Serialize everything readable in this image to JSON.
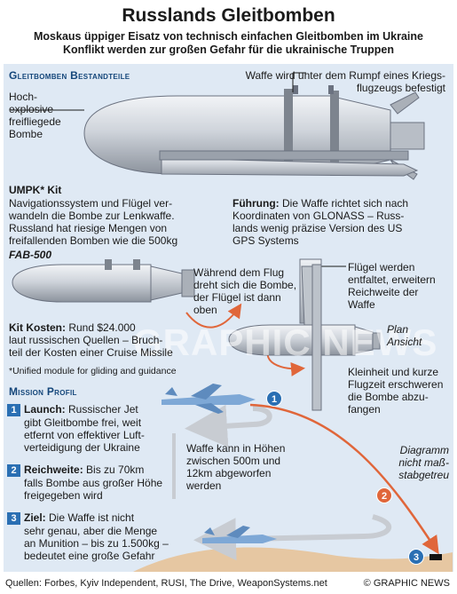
{
  "title": "Russlands Gleitbomben",
  "subtitle_lines": [
    "Moskaus üppiger Eisatz von technisch einfachen Gleitbomben im Ukraine",
    "Konflikt werden zur großen Gefahr für die ukrainische Truppen"
  ],
  "components": {
    "heading": "Gleitbomben Bestandteile",
    "bomb_label_lines": [
      "Hoch-",
      "explosive",
      "freifliegede",
      "Bombe"
    ],
    "fuselage_lines": [
      "Waffe wird unter dem Rumpf eines Kriegs-",
      "flugzeugs befestigt"
    ]
  },
  "umpk": {
    "heading": "UMPK* Kit",
    "text_lines": [
      "Navigationssystem und Flügel ver-",
      "wandeln die Bombe zur Lenkwaffe.",
      "Russland hat riesige Mengen von",
      "freifallenden Bomben wie die 500kg"
    ],
    "bomb_name": "FAB-500"
  },
  "guidance": {
    "heading": "Führung:",
    "text_lines": [
      " Die Waffe richtet sich nach",
      "Koordinaten von GLONASS – Russ-",
      "lands wenig präzise Version des US",
      "GPS Systems"
    ]
  },
  "flight": {
    "text_lines": [
      "Während dem Flug",
      "dreht sich die Bombe,",
      "der Flügel ist dann",
      "oben"
    ]
  },
  "wings": {
    "text_lines": [
      "Flügel werden",
      "entfaltet, erweitern",
      "Reichweite der",
      "Waffe"
    ],
    "plan_lines": [
      "Plan",
      "Ansicht"
    ],
    "size_lines": [
      "Kleinheit und kurze",
      "Flugzeit erschweren",
      "die Bombe abzu-",
      "fangen"
    ]
  },
  "cost": {
    "heading": "Kit Kosten:",
    "text_lines": [
      " Rund $24.000",
      "laut russischen Quellen – Bruch-",
      "teil der Kosten einer Cruise Missile"
    ],
    "footnote": "*Unified module for gliding and guidance"
  },
  "mission": {
    "heading": "Mission Profil",
    "steps": [
      {
        "num": "1",
        "title": "Launch:",
        "lines": [
          " Russischer Jet",
          "gibt Gleitbombe frei, weit",
          "etfernt von effektiver Luft-",
          "verteidigung der Ukraine"
        ]
      },
      {
        "num": "2",
        "title": "Reichweite:",
        "lines": [
          " Bis zu 70km",
          "falls Bombe aus großer Höhe",
          "freigegeben wird"
        ]
      },
      {
        "num": "3",
        "title": "Ziel:",
        "lines": [
          " Die Waffe ist nicht",
          "sehr genau, aber die Menge",
          "an Munition – bis zu 1.500kg –",
          "bedeutet eine große Gefahr"
        ]
      }
    ],
    "altitude_lines": [
      "Waffe kann in Höhen",
      "zwischen 500m und",
      "12km abgeworfen",
      "werden"
    ],
    "scale_lines": [
      "Diagramm",
      "nicht maß-",
      "stabgetreu"
    ]
  },
  "watermark": "GRAPHIC NEWS",
  "footer": {
    "sources": "Quellen: Forbes, Kyiv Independent, RUSI, The Drive, WeaponSystems.net",
    "credit": "© GRAPHIC NEWS"
  },
  "colors": {
    "panel": "#dfe9f4",
    "heading_blue": "#14467a",
    "badge_blue": "#2a6fb3",
    "arrow_orange": "#e0663a",
    "ground": "#e6c7a2",
    "bomb_metal": "#c9ced6"
  }
}
